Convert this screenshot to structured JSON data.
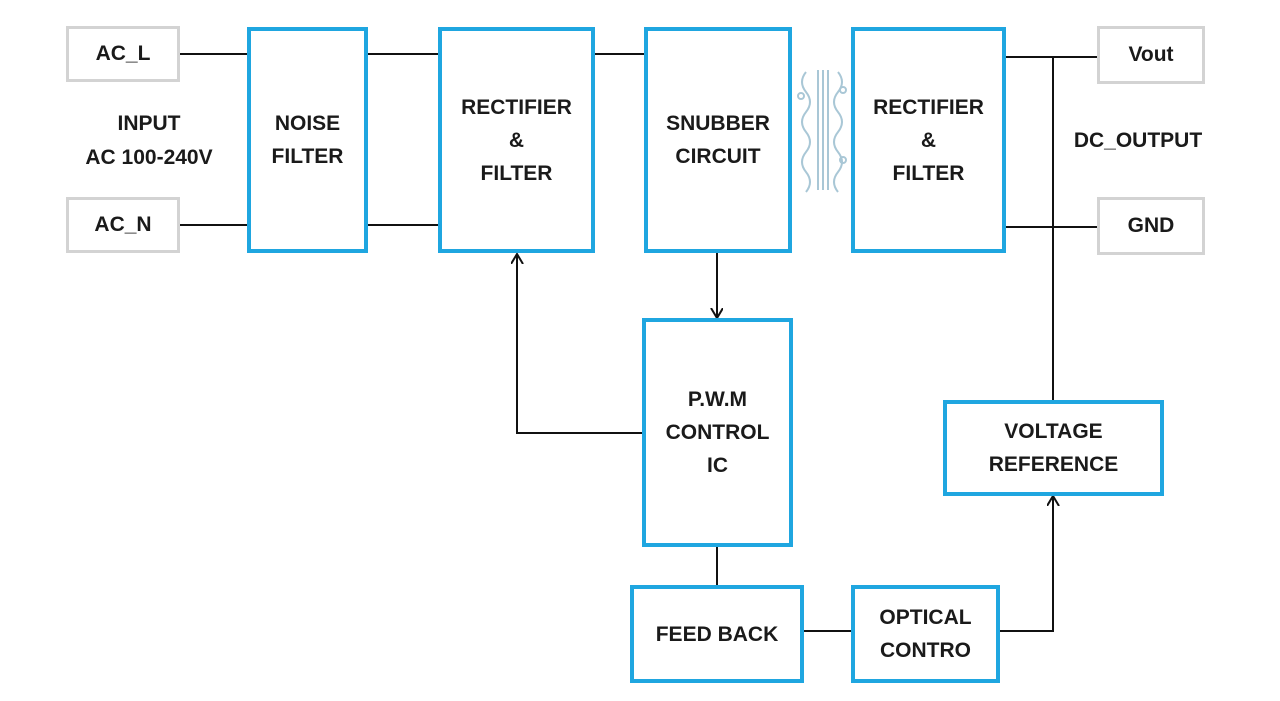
{
  "terminals": {
    "ac_l": "AC_L",
    "ac_n": "AC_N",
    "vout": "Vout",
    "gnd": "GND"
  },
  "labels": {
    "input_line1": "INPUT",
    "input_line2": "AC 100-240V",
    "dc_output": "DC_OUTPUT"
  },
  "blocks": {
    "noise_filter": "NOISE\nFILTER",
    "rectifier_filter_primary": "RECTIFIER\n&\nFILTER",
    "snubber_circuit": "SNUBBER\nCIRCUIT",
    "rectifier_filter_secondary": "RECTIFIER\n&\nFILTER",
    "pwm_control_ic": "P.W.M\nCONTROL\nIC",
    "voltage_reference": "VOLTAGE\nREFERENCE",
    "feed_back": "FEED BACK",
    "optical_contro": "OPTICAL\nCONTRO"
  },
  "colors": {
    "block_border": "#1fa6e0",
    "terminal_border": "#d3d3d3",
    "wire": "#111111",
    "transformer": "#a9c7d6"
  }
}
